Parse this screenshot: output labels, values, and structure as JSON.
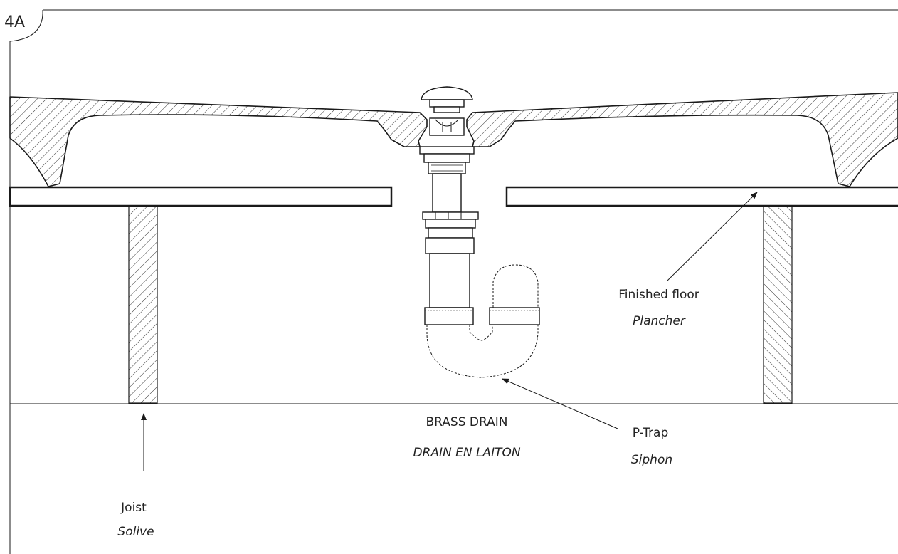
{
  "panel_tag": "4A",
  "labels": {
    "joist": {
      "en": "Joist",
      "fr": "Solive"
    },
    "finished_floor": {
      "en": "Finished floor",
      "fr": "Plancher"
    },
    "brass_drain": {
      "en": "BRASS DRAIN",
      "fr": "DRAIN EN LAITON"
    },
    "p_trap": {
      "en": "P-Trap",
      "fr": "Siphon"
    }
  },
  "colors": {
    "line": "#1a1a1a",
    "background": "#ffffff"
  }
}
